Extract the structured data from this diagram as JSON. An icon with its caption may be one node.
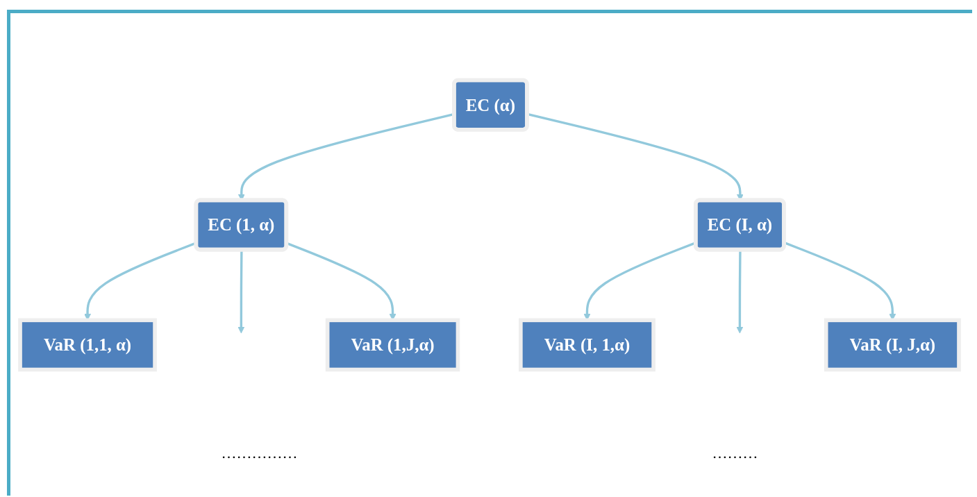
{
  "diagram": {
    "nodes": [
      {
        "text": [
          "EC (α)"
        ]
      },
      {
        "text": [
          "EC (1, α)"
        ]
      },
      {
        "text": [
          "EC (I, α)"
        ]
      },
      {
        "text": [
          "VaR (1,1, α)"
        ]
      },
      {
        "text": [
          "VaR (1,J,α)"
        ]
      },
      {
        "text": [
          "VaR (I, 1,α)"
        ]
      },
      {
        "text": [
          "VaR (I, J,α)"
        ]
      }
    ],
    "edges": [
      {
        "from": 0,
        "to": 1,
        "arrow": "to"
      },
      {
        "from": 0,
        "to": 2,
        "arrow": "to"
      },
      {
        "from": 1,
        "to": 3,
        "arrow": "to"
      },
      {
        "from": 1,
        "to": null,
        "arrow": "to"
      },
      {
        "from": 1,
        "to": 4,
        "arrow": "to"
      },
      {
        "from": 2,
        "to": 5,
        "arrow": "to"
      },
      {
        "from": 2,
        "to": null,
        "arrow": "to"
      },
      {
        "from": 2,
        "to": 6,
        "arrow": "to"
      }
    ],
    "labels": [
      "……………",
      "………"
    ]
  }
}
